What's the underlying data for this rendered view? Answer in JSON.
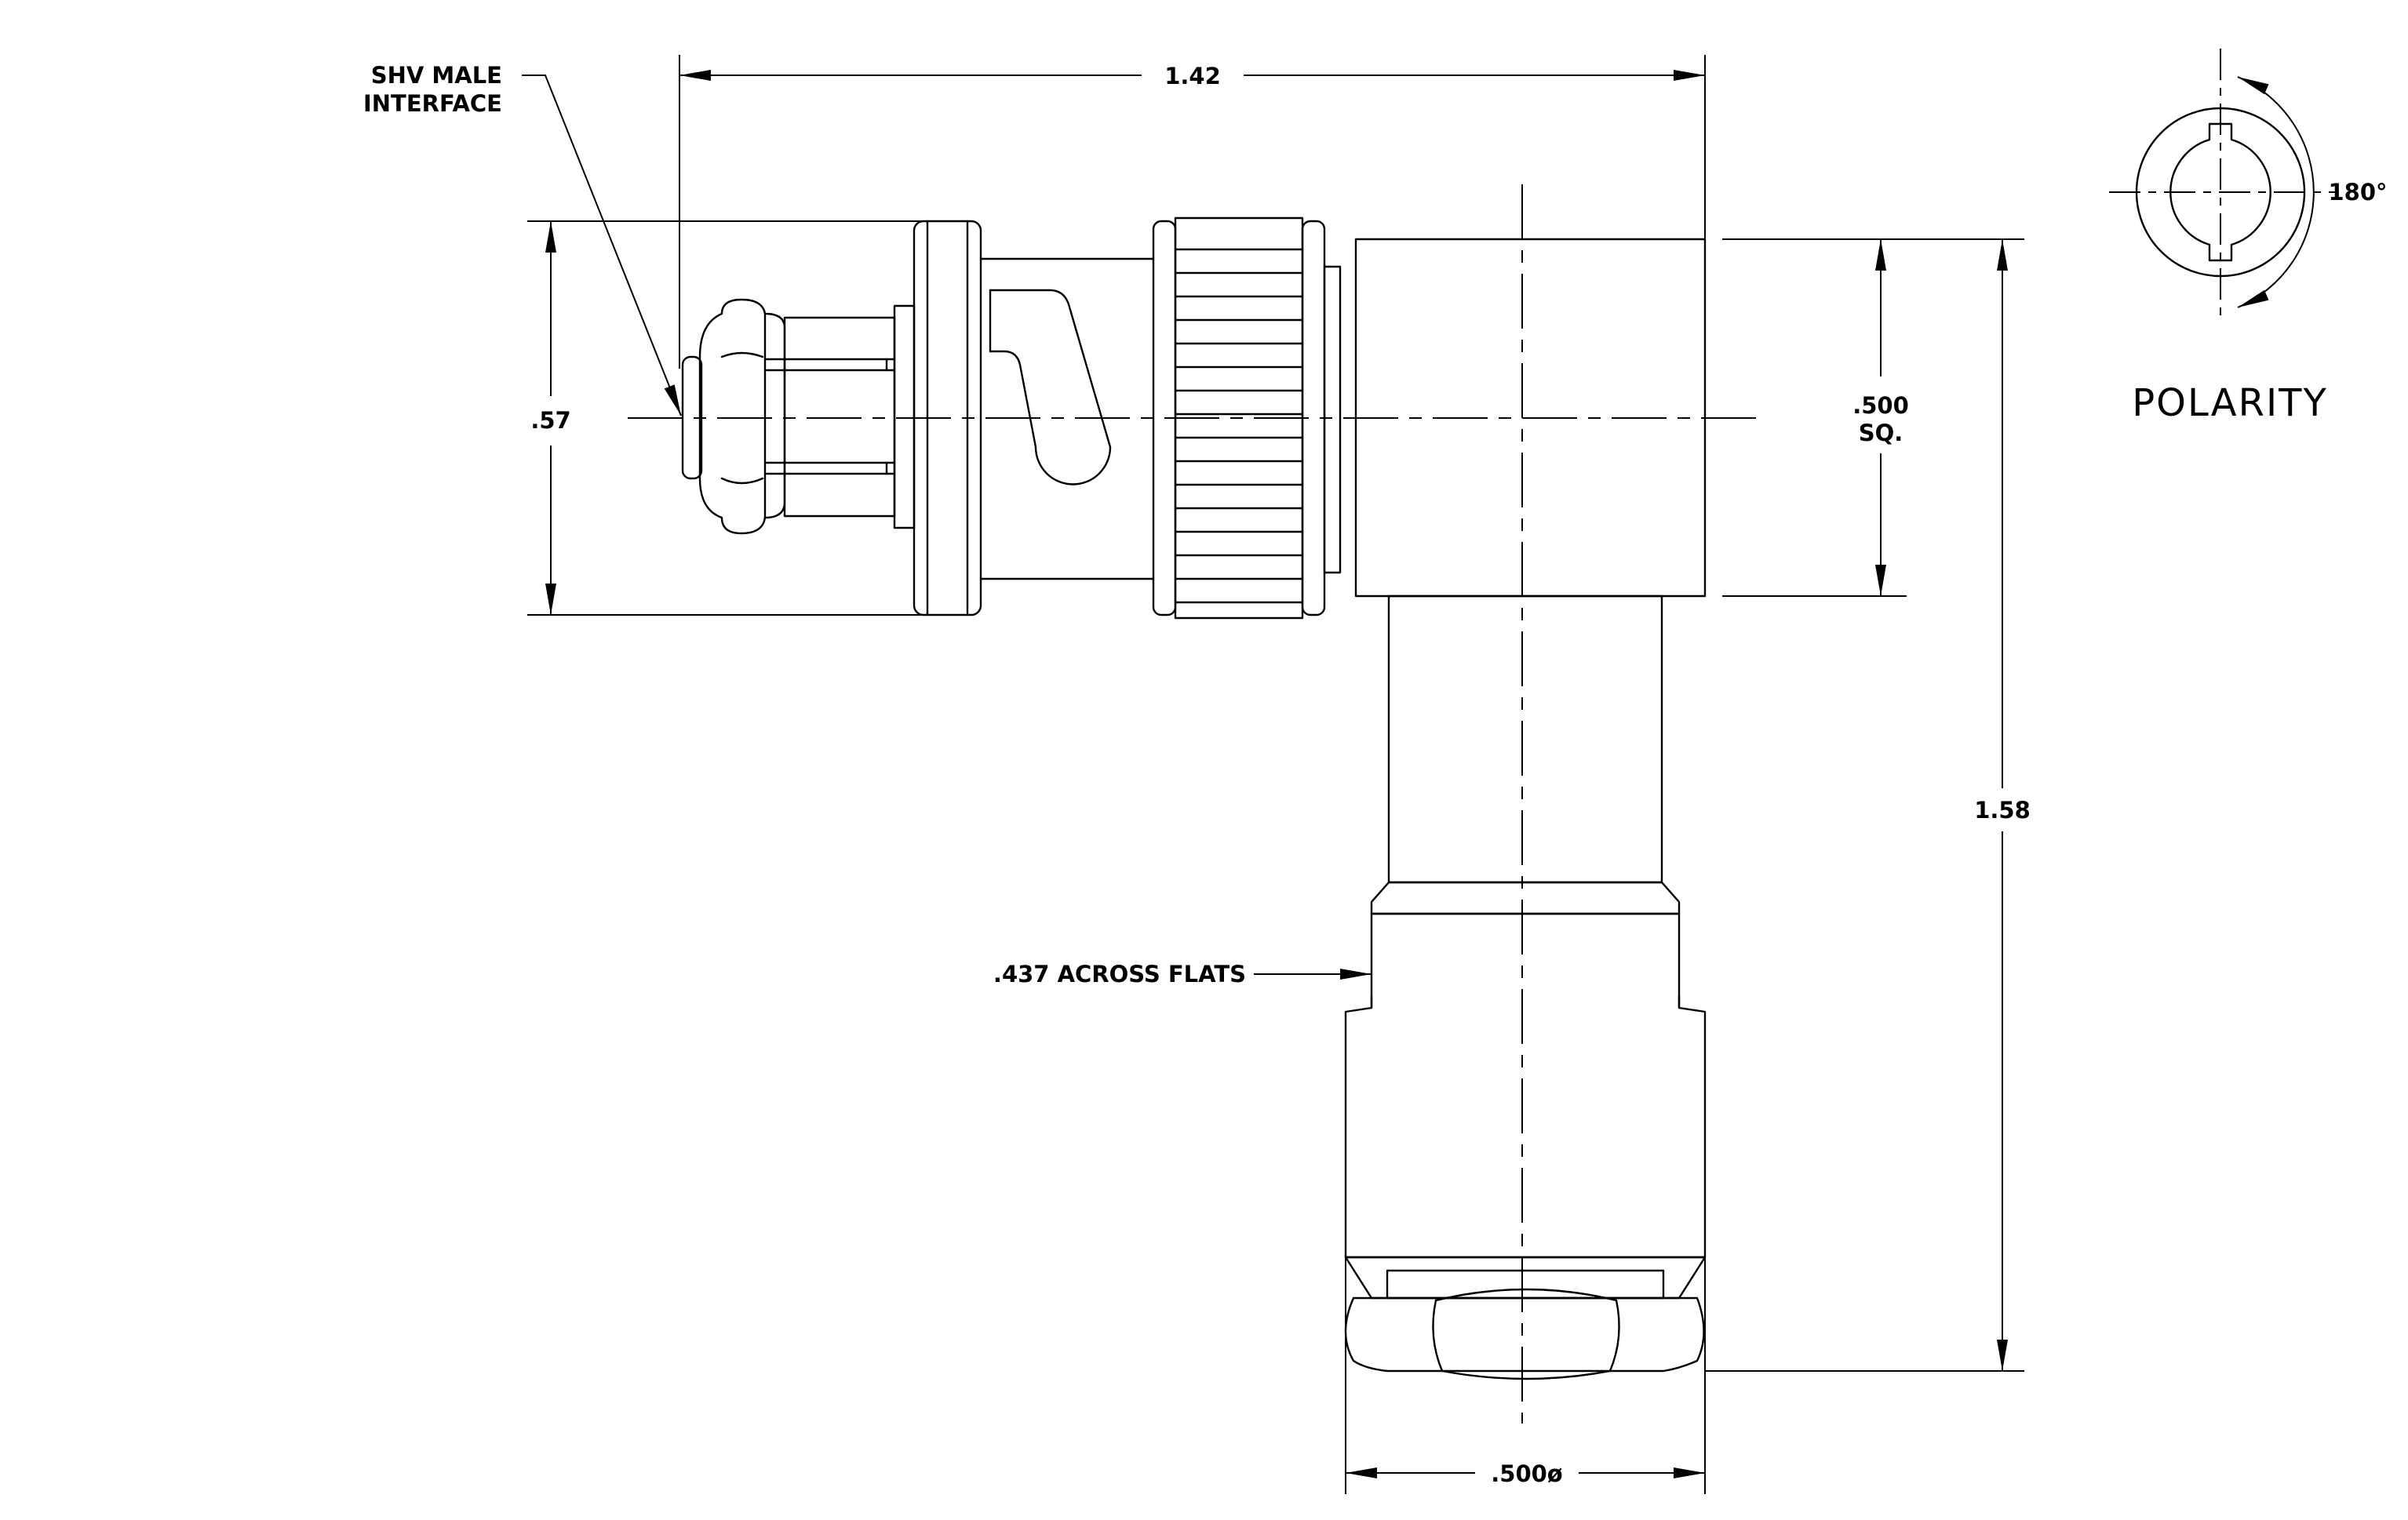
{
  "labels": {
    "interface_line1": "SHV MALE",
    "interface_line2": "INTERFACE",
    "length": "1.42",
    "height_left": ".57",
    "square_line1": ".500",
    "square_line2": "SQ.",
    "height_right": "1.58",
    "flats": ".437 ACROSS FLATS",
    "diameter": ".500ø",
    "angle": "180°",
    "polarity": "POLARITY"
  },
  "colors": {
    "line": "#000000",
    "background": "#ffffff"
  }
}
